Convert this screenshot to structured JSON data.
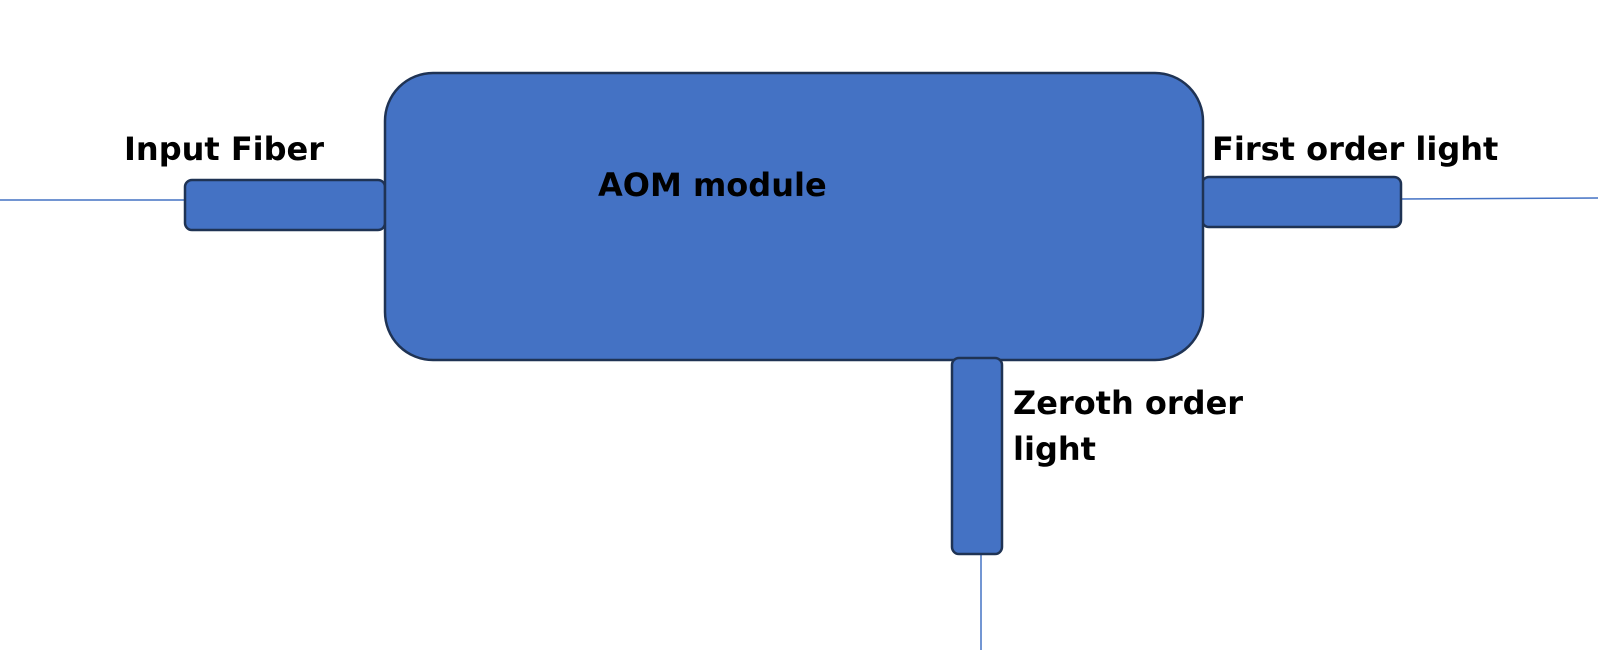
{
  "labels": {
    "input_fiber": "Input Fiber",
    "aom_module": "AOM module",
    "first_order": "First order light",
    "zeroth_order_line1": "Zeroth order",
    "zeroth_order_line2": "light"
  },
  "colors": {
    "fill": "#4472C4",
    "stroke": "#1F3354",
    "line": "#4472C4",
    "text": "#000000",
    "background": "#FFFFFF"
  }
}
